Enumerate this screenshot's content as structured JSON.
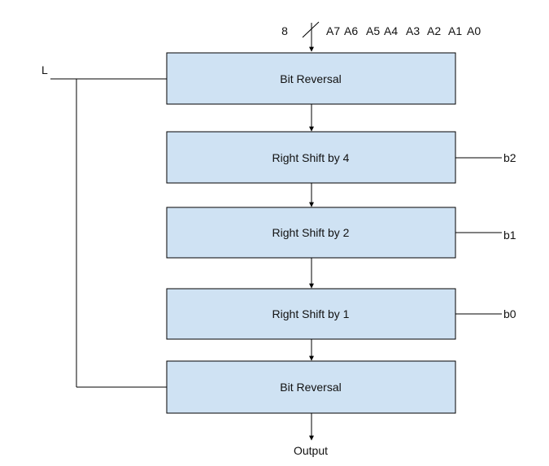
{
  "input": {
    "bit_width": "8",
    "bits": [
      "A7",
      "A6",
      "A5",
      "A4",
      "A3",
      "A2",
      "A1",
      "A0"
    ]
  },
  "control_label": "L",
  "blocks": [
    {
      "label": "Bit Reversal"
    },
    {
      "label": "Right Shift by 4",
      "control": "b2"
    },
    {
      "label": "Right Shift by 2",
      "control": "b1"
    },
    {
      "label": "Right Shift by 1",
      "control": "b0"
    },
    {
      "label": "Bit Reversal"
    }
  ],
  "output_label": "Output",
  "colors": {
    "block_fill": "#cfe2f3",
    "stroke": "#000000"
  }
}
